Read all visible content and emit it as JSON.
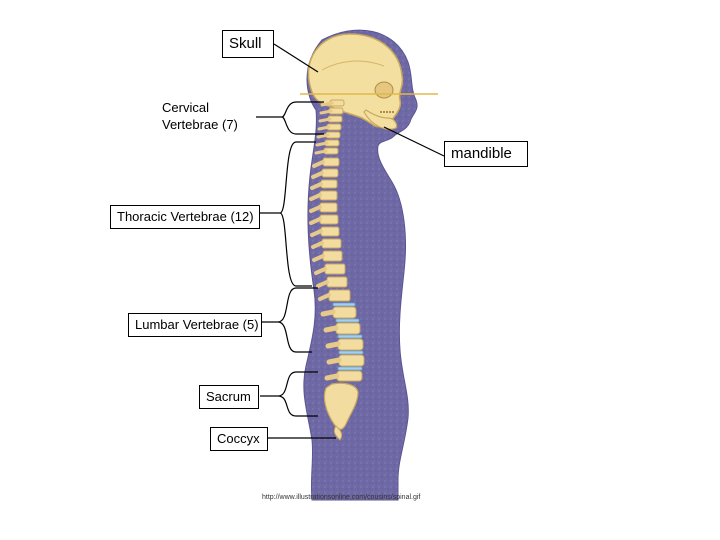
{
  "labels": {
    "skull": "Skull",
    "cervical": "Cervical\nVertebrae  (7)",
    "mandible": "mandible",
    "thoracic": "Thoracic Vertebrae (12)",
    "lumbar": "Lumbar Vertebrae (5)",
    "sacrum": "Sacrum",
    "coccyx": "Coccyx"
  },
  "source_url": "http://www.illustrationsonline.com/cousins/spinal.gif",
  "colors": {
    "body_fill": "#6f6aa6",
    "bone": "#f2dca0",
    "bone_outline": "#c9a85c",
    "disc": "#9cc6e8",
    "line": "#000000"
  }
}
